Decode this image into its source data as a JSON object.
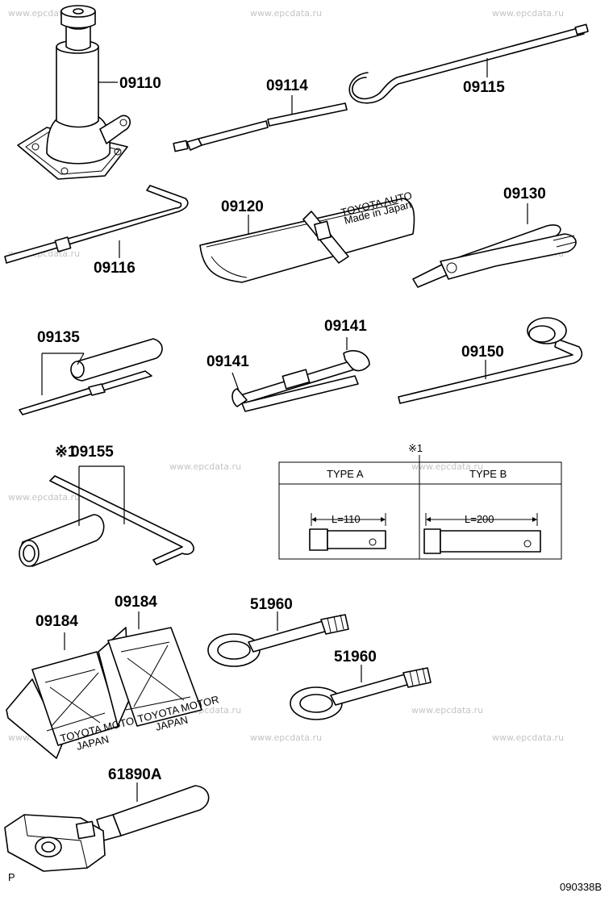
{
  "watermark": "www.epcdata.ru",
  "parts": {
    "jack": "09110",
    "extension_bar": "09114",
    "hook_rod": "09115",
    "jack_handle": "09116",
    "tool_bag": "09120",
    "pliers": "09130",
    "screwdriver": "09135",
    "wrench_a": "09141",
    "wrench_b": "09141",
    "wheel_wrench": "09150",
    "plug_wrench": "09155",
    "plug_wrench_mark": "※1",
    "chock_left": "09184",
    "chock_right": "09184",
    "towing_eye_a": "51960",
    "towing_eye_b": "51960",
    "handle_tool": "61890A"
  },
  "type_table": {
    "mark": "※1",
    "type_a": {
      "header": "TYPE A",
      "dimension": "L=110"
    },
    "type_b": {
      "header": "TYPE B",
      "dimension": "L=200"
    }
  },
  "chock_text": {
    "line1": "TOYOTA MOTOR",
    "line2": "JAPAN"
  },
  "bag_text": {
    "line1": "TOYOTA AUTO",
    "line2": "Made in Japan"
  },
  "footer": {
    "page_mark": "P",
    "diagram_code": "090338B"
  }
}
